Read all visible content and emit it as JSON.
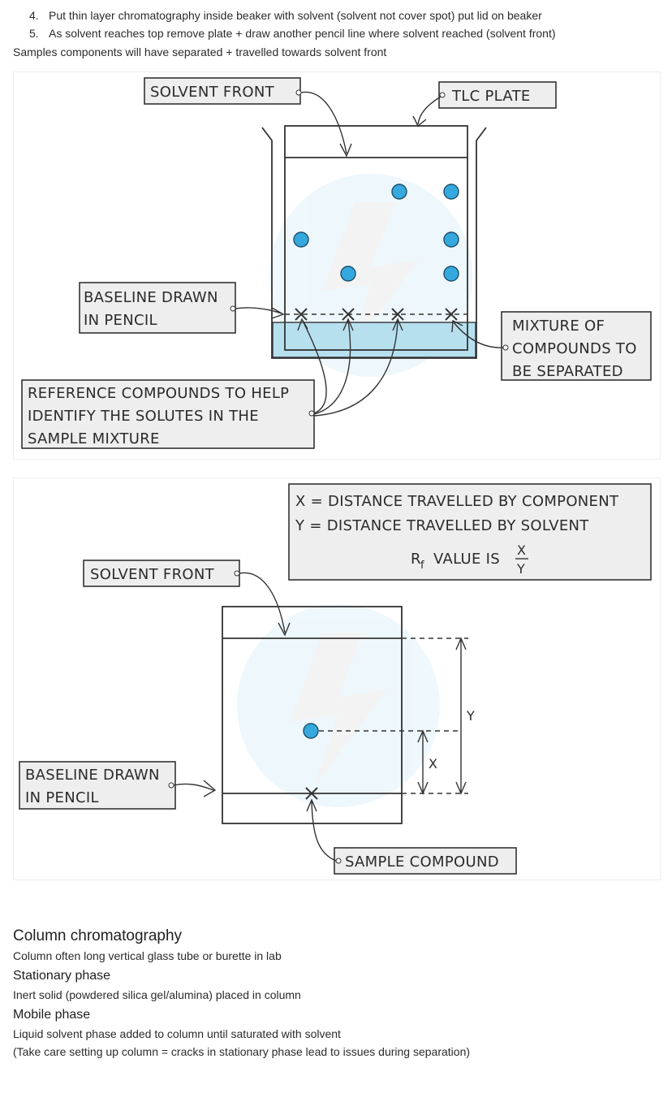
{
  "steps": [
    {
      "num": "4.",
      "text": "Put thin layer chromatography inside beaker with solvent (solvent not cover spot) put lid on beaker"
    },
    {
      "num": "5.",
      "text": "As solvent reaches top remove plate + draw another pencil line where solvent reached (solvent front)"
    }
  ],
  "intro": "Samples components will have separated + travelled towards solvent front",
  "figure1": {
    "solvent_front": "SOLVENT FRONT",
    "tlc_plate": "TLC PLATE",
    "baseline_line1": "BASELINE DRAWN",
    "baseline_line2": "IN PENCIL",
    "mixture_line1": "MIXTURE OF",
    "mixture_line2": "COMPOUNDS TO",
    "mixture_line3": "BE SEPARATED",
    "reference_line1": "REFERENCE COMPOUNDS TO HELP",
    "reference_line2": "IDENTIFY THE SOLUTES IN THE",
    "reference_line3": "SAMPLE MIXTURE",
    "colors": {
      "solvent": "#b7e0ef",
      "spot": "#35a9dd"
    }
  },
  "figure2": {
    "x_def": "X = DISTANCE TRAVELLED BY COMPONENT",
    "y_def": "Y = DISTANCE TRAVELLED BY SOLVENT",
    "rf_prefix": "R",
    "rf_sub": "f",
    "rf_text": "VALUE IS",
    "frac_num": "X",
    "frac_den": "Y",
    "solvent_front": "SOLVENT FRONT",
    "baseline_line1": "BASELINE DRAWN",
    "baseline_line2": "IN PENCIL",
    "sample_compound": "SAMPLE COMPOUND",
    "x_label": "X",
    "y_label": "Y"
  },
  "section": {
    "title": "Column chromatography",
    "p1": "Column often long vertical glass tube or burette in lab",
    "h_stationary": "Stationary phase",
    "p_stationary": "Inert solid (powdered silica gel/alumina) placed in column",
    "h_mobile": "Mobile phase",
    "p_mobile1": "Liquid solvent phase added to column until saturated with solvent",
    "p_mobile2": "(Take care setting up column = cracks in stationary phase lead to issues during separation)"
  }
}
